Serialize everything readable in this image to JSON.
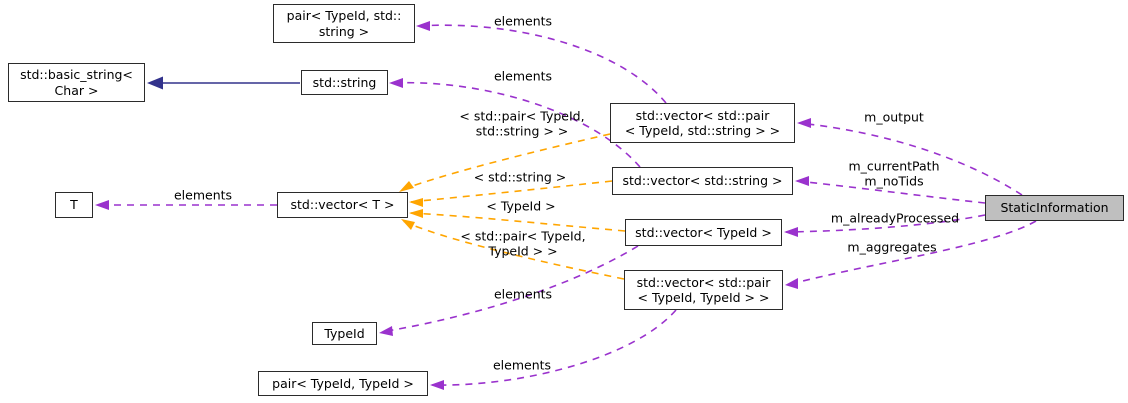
{
  "diagram": {
    "type": "collaboration-graph",
    "colors": {
      "usage_edge": "#9a32cd",
      "template_edge": "#ffa500",
      "inheritance_edge": "#32328c",
      "node_border": "#2b2b2b",
      "node_bg": "#ffffff",
      "focus_bg": "#bfbfbf",
      "text": "#000000"
    },
    "nodes": {
      "pair_typeid_string": {
        "lines": [
          "pair< TypeId, std::",
          "string >"
        ]
      },
      "basic_string": {
        "lines": [
          "std::basic_string<",
          "Char >"
        ]
      },
      "std_string": {
        "lines": [
          "std::string"
        ]
      },
      "vector_pair_typeid_string": {
        "lines": [
          "std::vector< std::pair",
          "< TypeId, std::string > >"
        ]
      },
      "vector_string": {
        "lines": [
          "std::vector< std::string >"
        ]
      },
      "vector_t": {
        "lines": [
          "std::vector< T >"
        ]
      },
      "t": {
        "lines": [
          "T"
        ]
      },
      "vector_typeid": {
        "lines": [
          "std::vector< TypeId >"
        ]
      },
      "vector_pair_typeid_typeid": {
        "lines": [
          "std::vector< std::pair",
          "< TypeId, TypeId > >"
        ]
      },
      "typeid": {
        "lines": [
          "TypeId"
        ]
      },
      "pair_typeid_typeid": {
        "lines": [
          "pair< TypeId, TypeId >"
        ]
      },
      "static_information": {
        "lines": [
          "StaticInformation"
        ]
      }
    },
    "edge_labels": {
      "elements_pair_string": "elements",
      "elements_string": "elements",
      "elements_t": "elements",
      "elements_typeid": "elements",
      "elements_pair_typeid": "elements",
      "tmpl_pair_string": {
        "lines": [
          "< std::pair< TypeId,",
          "std::string > >"
        ]
      },
      "tmpl_string": "< std::string >",
      "tmpl_typeid": "< TypeId >",
      "tmpl_pair_typeid": {
        "lines": [
          "< std::pair< TypeId,",
          "TypeId > >"
        ]
      },
      "m_output": "m_output",
      "m_currentPath": "m_currentPath",
      "m_noTids": "m_noTids",
      "m_alreadyProcessed": "m_alreadyProcessed",
      "m_aggregates": "m_aggregates"
    }
  }
}
